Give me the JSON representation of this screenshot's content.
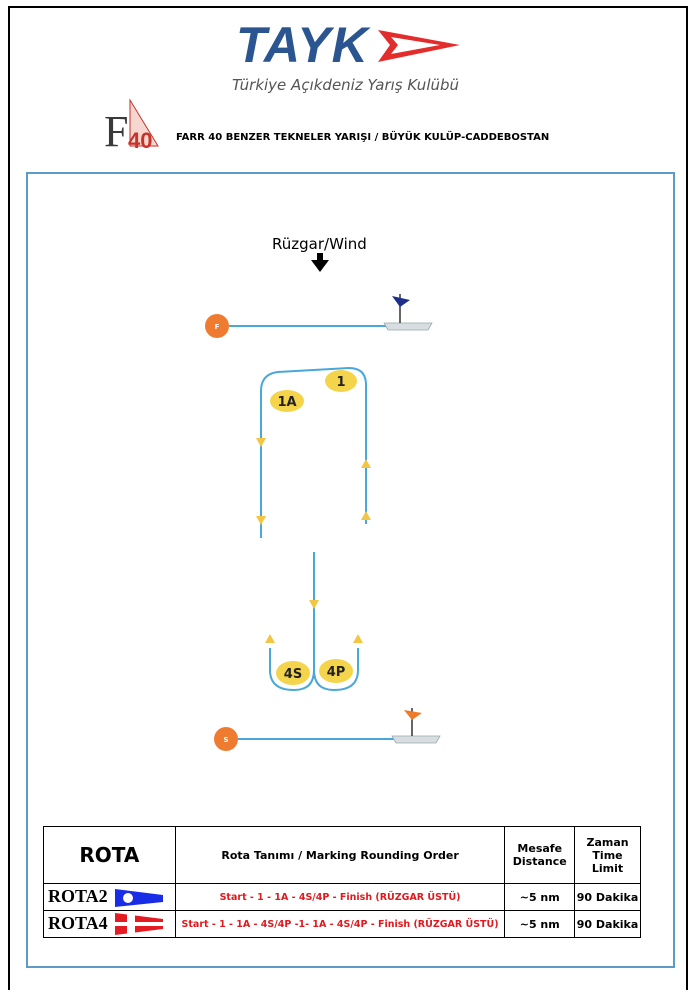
{
  "header": {
    "brand": "TAYK",
    "brand_subtitle": "Türkiye Açıkdeniz Yarış Kulübü",
    "class_logo_text": "F40",
    "event_title": "FARR 40 BENZER TEKNELER YARIŞI / BÜYÜK KULÜP-CADDEBOSTAN"
  },
  "course": {
    "wind_label": "Rüzgar/Wind",
    "finish_label": "F",
    "start_label": "S",
    "marks": [
      "1",
      "1A",
      "4S",
      "4P"
    ],
    "colors": {
      "course_line": "#4aa8d8",
      "mark_yellow": "#f4d44a",
      "start_finish_orange": "#ee7b30",
      "arrow_yellow": "#f2c542",
      "frame_blue": "#5b9bc6",
      "finish_flag": "#1d2f8a",
      "start_flag": "#f07a2a"
    }
  },
  "table": {
    "headers": {
      "rota": "ROTA",
      "order": "Rota Tanımı / Marking Rounding Order",
      "distance": "Mesafe Distance",
      "time": "Zaman Time Limit"
    },
    "rows": [
      {
        "name": "ROTA2",
        "order": "Start - 1 - 1A - 4S/4P - Finish (RÜZGAR ÜSTÜ)",
        "distance": "~5 nm",
        "time": "90 Dakika",
        "flag": "blue-pennant-icon"
      },
      {
        "name": "ROTA4",
        "order": "Start - 1 - 1A - 4S/4P -1- 1A - 4S/4P - Finish (RÜZGAR ÜSTÜ)",
        "distance": "~5 nm",
        "time": "90 Dakika",
        "flag": "red-white-pennant-icon"
      }
    ]
  }
}
